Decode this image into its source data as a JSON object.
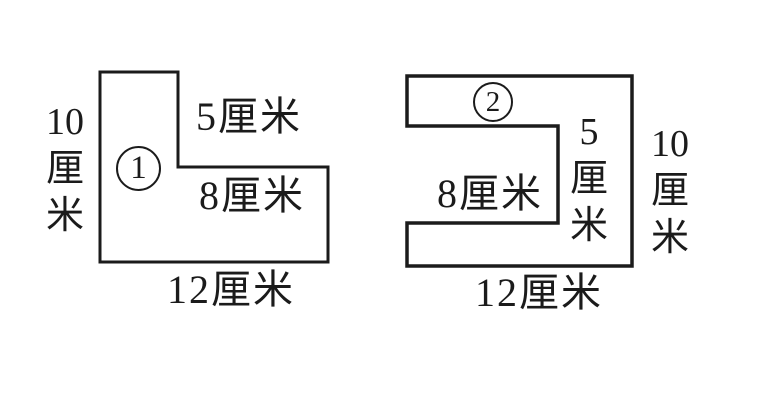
{
  "colors": {
    "line": "#1b1b1b",
    "text": "#1b1b1b",
    "background": "#ffffff"
  },
  "figure1": {
    "badge_number": "1",
    "labels": {
      "left_vertical_lines": [
        "10",
        "厘",
        "米"
      ],
      "top_right": "5厘米",
      "inner_right": "8厘米",
      "bottom": "12厘米"
    }
  },
  "figure2": {
    "badge_number": "2",
    "labels": {
      "inner": "8厘米",
      "inner_vertical_lines": [
        "5",
        "厘",
        "米"
      ],
      "right_vertical_lines": [
        "10",
        "厘",
        "米"
      ],
      "bottom": "12厘米"
    }
  }
}
